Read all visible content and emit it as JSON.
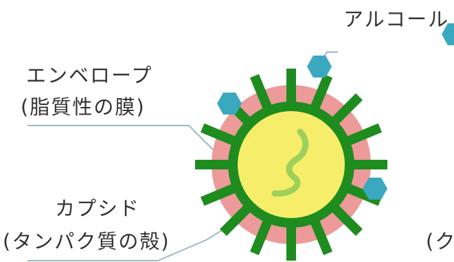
{
  "labels": {
    "alcohol": "アルコール",
    "envelope_line1": "エンベロープ",
    "envelope_line2": "(脂質性の膜)",
    "capsid_line1": "カプシド",
    "capsid_line2": "(タンパク質の殻)",
    "cut_off": "(ク"
  },
  "colors": {
    "envelope": "#ec9a9a",
    "capsid": "#1e8c1e",
    "core": "#f6ee6a",
    "genome": "#9fd05a",
    "alcohol_molecule": "#3aa9bf",
    "leader_line": "#9bb9c2",
    "text": "#333333"
  }
}
